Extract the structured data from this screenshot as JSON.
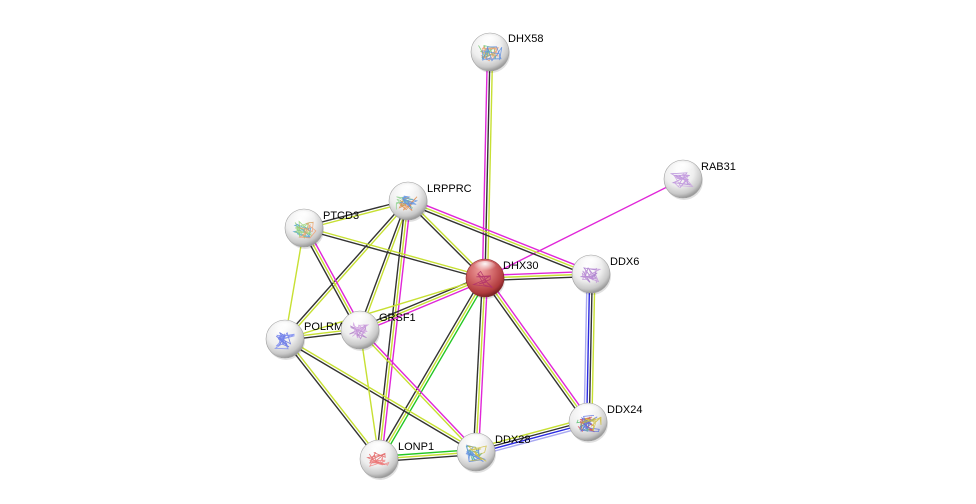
{
  "network": {
    "nodes": [
      {
        "id": "DHX58",
        "label": "DHX58",
        "query": false,
        "art": [
          "#6fc36f",
          "#f0a070",
          "#5c8de0"
        ]
      },
      {
        "id": "RAB31",
        "label": "RAB31",
        "query": false,
        "art": [
          "#b48ad8",
          "#c9a0e0"
        ]
      },
      {
        "id": "LRPPRC",
        "label": "LRPPRC",
        "query": false,
        "art": [
          "#8fd28f",
          "#e08a4a",
          "#5b8fe0"
        ]
      },
      {
        "id": "PTCD3",
        "label": "PTCD3",
        "query": false,
        "art": [
          "#4aa0d8",
          "#8fd06f",
          "#f0a070"
        ]
      },
      {
        "id": "DHX30",
        "label": "DHX30",
        "query": true,
        "art": [
          "#b0306a"
        ]
      },
      {
        "id": "DDX6",
        "label": "DDX6",
        "query": false,
        "art": [
          "#a070c8",
          "#c090d8"
        ]
      },
      {
        "id": "POLRMT",
        "label": "POLRMT",
        "query": false,
        "art": [
          "#5a6ae0",
          "#7a8af0"
        ]
      },
      {
        "id": "GRSF1",
        "label": "GRSF1",
        "query": false,
        "art": [
          "#b080c8",
          "#d0a0e0"
        ]
      },
      {
        "id": "DDX24",
        "label": "DDX24",
        "query": false,
        "art": [
          "#5ac070",
          "#e05050",
          "#5b6fe0",
          "#d0c040"
        ]
      },
      {
        "id": "DDX28",
        "label": "DDX28",
        "query": false,
        "art": [
          "#4ab0a0",
          "#5a8ae0",
          "#d0c040"
        ]
      },
      {
        "id": "LONP1",
        "label": "LONP1",
        "query": false,
        "art": [
          "#e05a5a",
          "#f08080"
        ]
      }
    ],
    "edges": [
      {
        "from": "DHX58",
        "to": "DHX30",
        "evidence": [
          "textmining",
          "coexpression",
          "experiments"
        ]
      },
      {
        "from": "RAB31",
        "to": "DHX30",
        "evidence": [
          "experiments"
        ]
      },
      {
        "from": "LRPPRC",
        "to": "PTCD3",
        "evidence": [
          "textmining",
          "coexpression"
        ]
      },
      {
        "from": "LRPPRC",
        "to": "DHX30",
        "evidence": [
          "textmining",
          "coexpression"
        ]
      },
      {
        "from": "LRPPRC",
        "to": "DDX6",
        "evidence": [
          "experiments",
          "textmining",
          "coexpression"
        ]
      },
      {
        "from": "LRPPRC",
        "to": "POLRMT",
        "evidence": [
          "textmining",
          "coexpression"
        ]
      },
      {
        "from": "LRPPRC",
        "to": "GRSF1",
        "evidence": [
          "textmining",
          "coexpression"
        ]
      },
      {
        "from": "LRPPRC",
        "to": "LONP1",
        "evidence": [
          "experiments",
          "textmining",
          "coexpression"
        ]
      },
      {
        "from": "PTCD3",
        "to": "DHX30",
        "evidence": [
          "textmining",
          "coexpression"
        ]
      },
      {
        "from": "PTCD3",
        "to": "POLRMT",
        "evidence": [
          "textmining"
        ]
      },
      {
        "from": "PTCD3",
        "to": "GRSF1",
        "evidence": [
          "experiments",
          "textmining",
          "coexpression"
        ]
      },
      {
        "from": "DHX30",
        "to": "DDX6",
        "evidence": [
          "experiments",
          "textmining",
          "coexpression"
        ]
      },
      {
        "from": "DHX30",
        "to": "GRSF1",
        "evidence": [
          "experiments",
          "textmining",
          "coexpression"
        ]
      },
      {
        "from": "DHX30",
        "to": "POLRMT",
        "evidence": [
          "textmining"
        ]
      },
      {
        "from": "DHX30",
        "to": "DDX24",
        "evidence": [
          "experiments",
          "textmining",
          "coexpression"
        ]
      },
      {
        "from": "DHX30",
        "to": "DDX28",
        "evidence": [
          "experiments",
          "textmining",
          "coexpression"
        ]
      },
      {
        "from": "DHX30",
        "to": "LONP1",
        "evidence": [
          "neighborhood",
          "textmining",
          "coexpression"
        ]
      },
      {
        "from": "DDX6",
        "to": "DDX24",
        "evidence": [
          "textmining",
          "coexpression",
          "homology",
          "homology2"
        ]
      },
      {
        "from": "POLRMT",
        "to": "GRSF1",
        "evidence": [
          "textmining",
          "coexpression"
        ]
      },
      {
        "from": "POLRMT",
        "to": "LONP1",
        "evidence": [
          "textmining",
          "coexpression"
        ]
      },
      {
        "from": "POLRMT",
        "to": "DDX28",
        "evidence": [
          "textmining",
          "coexpression"
        ]
      },
      {
        "from": "GRSF1",
        "to": "LONP1",
        "evidence": [
          "textmining"
        ]
      },
      {
        "from": "GRSF1",
        "to": "DDX28",
        "evidence": [
          "experiments",
          "textmining"
        ]
      },
      {
        "from": "LONP1",
        "to": "DDX28",
        "evidence": [
          "neighborhood",
          "textmining",
          "coexpression"
        ]
      },
      {
        "from": "DDX28",
        "to": "DDX24",
        "evidence": [
          "textmining",
          "coexpression",
          "homology",
          "homology2"
        ]
      }
    ],
    "evidence_colors": {
      "textmining": "#c7e033",
      "coexpression": "#333333",
      "experiments": "#e026d8",
      "neighborhood": "#23c723",
      "homology": "#2a2ae0",
      "homology2": "#a8a8f0"
    },
    "query_node_color": "#c0393b",
    "node_color": "#e8e8e8"
  }
}
